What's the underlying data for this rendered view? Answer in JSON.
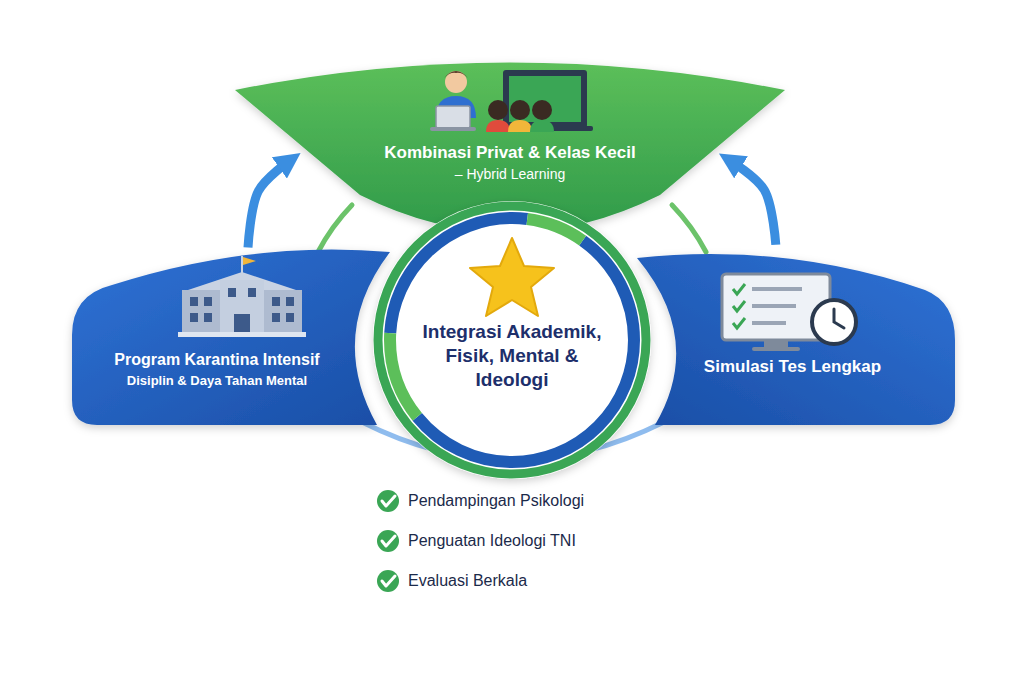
{
  "diagram": {
    "nodes": [
      {
        "text": [
          "Kombinasi Privat & Kelas Kecil",
          "– Hybrid Learning"
        ]
      },
      {
        "text": [
          "Program Karantina Intensif",
          "Disiplin & Daya Tahan Mental"
        ]
      },
      {
        "text": [
          "Integrasi Akademik, Fisik, Mental & Ideologi"
        ]
      },
      {
        "text": [
          "Simulasi Tes Lengkap"
        ]
      }
    ],
    "edges": [
      {
        "from": 1,
        "to": 0,
        "arrow": "to"
      },
      {
        "from": 3,
        "to": 0,
        "arrow": "to"
      }
    ],
    "labels": [
      "Pendampingan Psikologi",
      "Penguatan Ideologi TNI",
      "Evaluasi Berkala"
    ]
  }
}
